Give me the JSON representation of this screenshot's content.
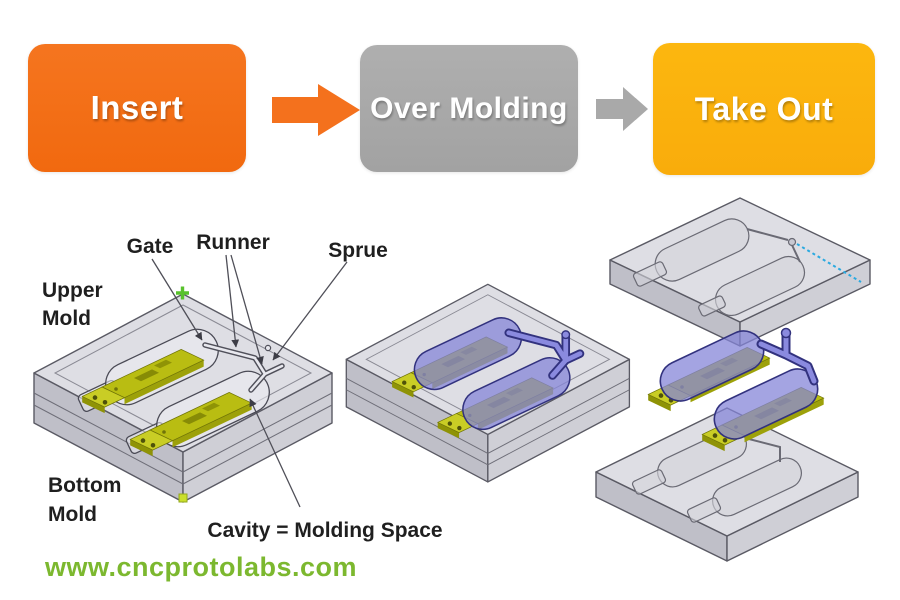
{
  "flow": {
    "steps": [
      {
        "id": "insert",
        "label": "Insert",
        "color": "#F1690F"
      },
      {
        "id": "over-molding",
        "label": "Over Molding",
        "color": "#A9A9A9"
      },
      {
        "id": "take-out",
        "label": "Take Out",
        "color": "#F9AC0B"
      }
    ],
    "arrows": [
      {
        "color": "#F4711D"
      },
      {
        "color": "#A9A9A9"
      }
    ]
  },
  "annotations": {
    "gate": "Gate",
    "runner": "Runner",
    "sprue": "Sprue",
    "upper_mold": [
      "Upper",
      "Mold"
    ],
    "bottom_mold": [
      "Bottom",
      "Mold"
    ],
    "cavity": "Cavity = Molding Space"
  },
  "watermark": {
    "text": "www.cncprotolabs.com",
    "color": "#7CB82F"
  },
  "colors": {
    "step_orange": "#F1690F",
    "step_gray": "#A9A9A9",
    "step_amber": "#F9AC0B",
    "mold_gray_top": "#DCDCE2",
    "mold_gray_side": "#BFBFC8",
    "usb_insert_yellow": "#B9BD12",
    "overmold_purple": "#8484D8",
    "runner_purple_outline": "#32327E",
    "marker_green": "#58C22C",
    "dashed_blue": "#2AA9E0",
    "watermark_green": "#7CB82F",
    "label_text": "#1F1F1F"
  }
}
